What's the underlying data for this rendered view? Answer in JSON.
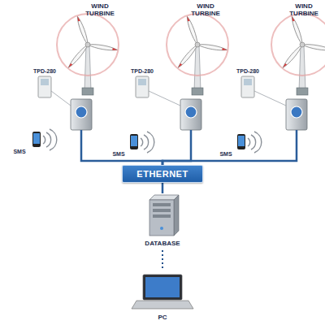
{
  "diagram": {
    "nodes": [
      {
        "text": [
          "WIND TURBINE"
        ]
      },
      {
        "text": [
          "WIND TURBINE"
        ]
      },
      {
        "text": [
          "WIND TURBINE"
        ]
      },
      {
        "text": [
          "ETHERNET"
        ]
      },
      {
        "text": [
          "DATABASE"
        ]
      },
      {
        "text": [
          "PC"
        ]
      }
    ],
    "edges": [
      {
        "from": 0,
        "to": 3,
        "arrow": "none"
      },
      {
        "from": 1,
        "to": 3,
        "arrow": "none"
      },
      {
        "from": 2,
        "to": 3,
        "arrow": "none"
      },
      {
        "from": 3,
        "to": 4,
        "arrow": "none"
      },
      {
        "from": 4,
        "to": 5,
        "arrow": "none"
      }
    ],
    "labels": [
      "TPD-280",
      "TPD-280",
      "TPD-280",
      "SMS",
      "SMS",
      "SMS"
    ]
  }
}
